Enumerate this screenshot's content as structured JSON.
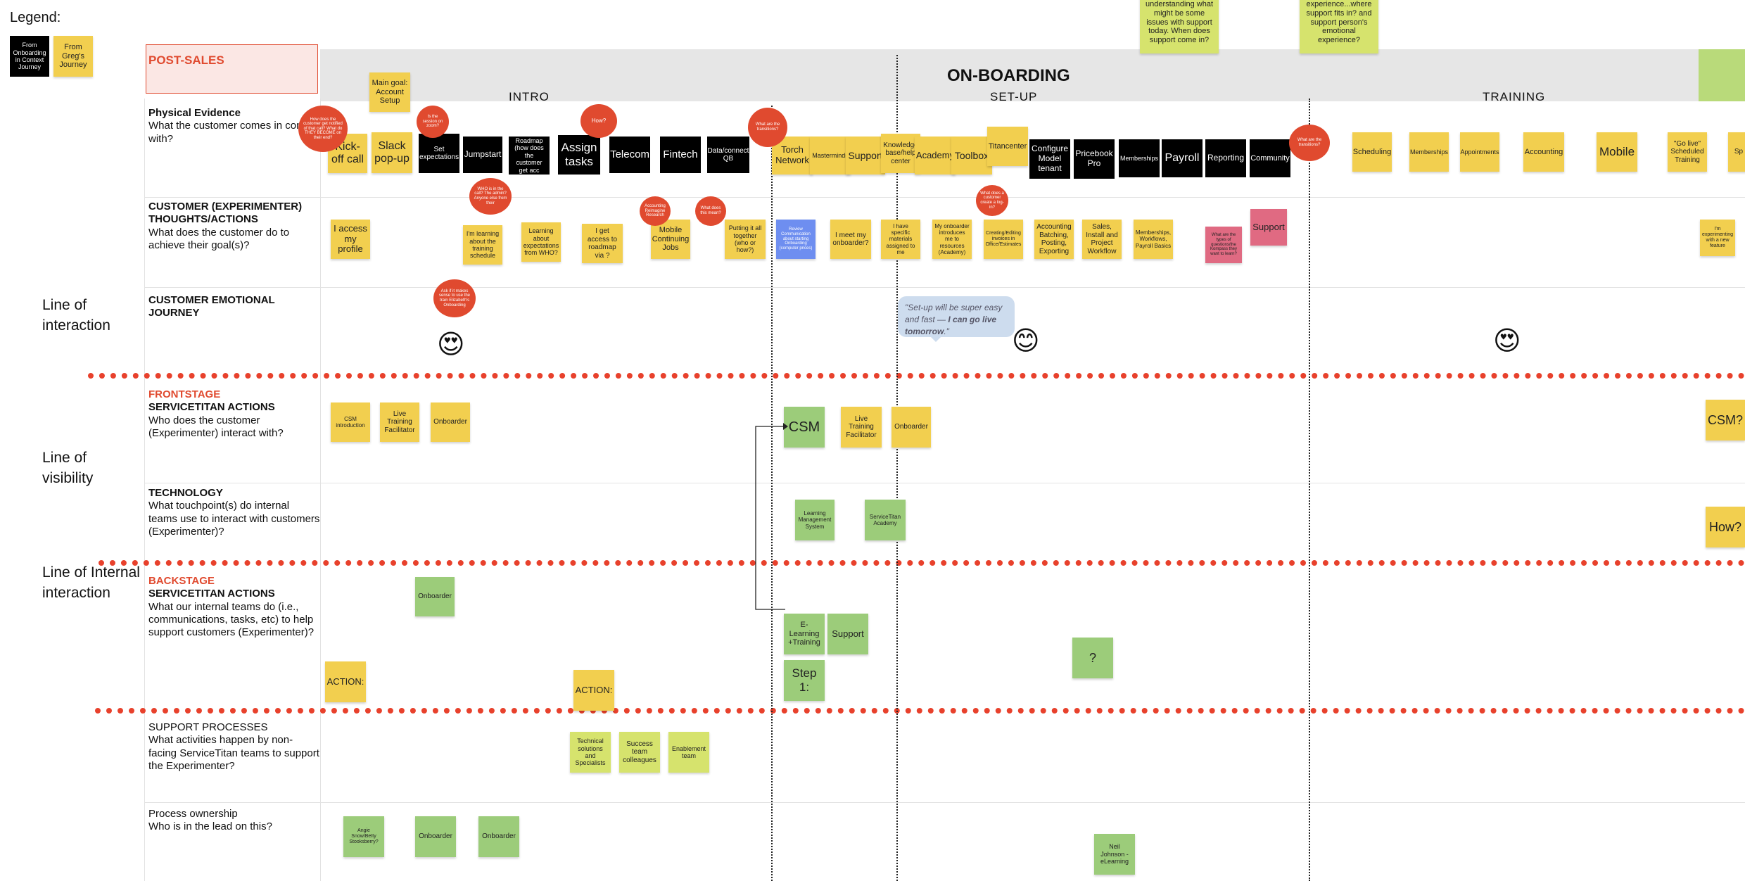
{
  "legend": {
    "title": "Legend:",
    "black_note": "From Onboarding in Context Journey",
    "yellow_note": "From Greg's Journey"
  },
  "header": {
    "post_sales": "POST-SALES",
    "onboarding": "ON-BOARDING",
    "intro": "INTRO",
    "setup": "SET-UP",
    "training": "TRAINING"
  },
  "top_notes": {
    "left": "understanding what might be some issues with support today. When does support come in?",
    "right": "experience...where support fits in? and support person's emotional experience?"
  },
  "main_goal": "Main goal: Account Setup",
  "rows": {
    "physical": {
      "title": "Physical Evidence",
      "desc": "What the customer comes in contact with?"
    },
    "thoughts": {
      "title": "CUSTOMER (EXPERIMENTER) THOUGHTS/ACTIONS",
      "desc": "What does the customer do to achieve their goal(s)?"
    },
    "emotional": {
      "title": "CUSTOMER EMOTIONAL JOURNEY"
    },
    "frontstage": {
      "tag": "FRONTSTAGE",
      "title": "SERVICETITAN ACTIONS",
      "desc": "Who does the customer (Experimenter) interact with?"
    },
    "technology": {
      "title": "TECHNOLOGY",
      "desc": "What touchpoint(s) do internal teams use to interact with customers (Experimenter)?"
    },
    "backstage": {
      "tag": "BACKSTAGE",
      "title": "SERVICETITAN ACTIONS",
      "desc": "What our internal teams do (i.e., communications, tasks, etc) to help support customers (Experimenter)?"
    },
    "support": {
      "title": "SUPPORT PROCESSES",
      "desc": "What activities happen by non-facing ServiceTitan teams to support the Experimenter?"
    },
    "ownership": {
      "title": "Process ownership",
      "desc": "Who is in the lead on this?"
    }
  },
  "lines": {
    "interaction": "Line of interaction",
    "visibility": "Line of visibility",
    "internal": "Line of Internal interaction"
  },
  "physical_notes": [
    "Kick-off call",
    "Slack pop-up",
    "Set expectations",
    "Jumpstart",
    "Roadmap (how does the customer get acc",
    "Assign tasks",
    "Telecom",
    "Fintech",
    "Data/connect QB",
    "Torch Network",
    "Masterminds",
    "Support",
    "Knowledge base/help center",
    "Academy",
    "Toolbox",
    "Titancenter",
    "Configure Model tenant",
    "Pricebook Pro",
    "Memberships",
    "Payroll",
    "Reporting",
    "Community",
    "Scheduling",
    "Memberships",
    "Appointments",
    "Accounting",
    "Mobile",
    "\"Go live\" Scheduled Training",
    "Sp"
  ],
  "physical_circles": [
    "How does the customer get notified of that call? What do THEY BECOME on their end?",
    "Is the session on zoom?",
    "How?",
    "What are the transitions?",
    "What are the transitions?"
  ],
  "thought_notes": [
    "I access my profile",
    "I'm learning about the training schedule",
    "Learning about expectations from WHO?",
    "I get access to roadmap via ?",
    "Mobile Continuing Jobs",
    "Putting it all together (who or how?)",
    "Review Communication about starting Onboarding (computer prices)",
    "I meet my onboarder?",
    "I have specific materials assigned to me",
    "My onboarder introduces me to resources (Academy)",
    "Creating/Editing invoices in Office/Estimates",
    "Accounting Batching, Posting, Exporting",
    "Sales, Install and Project Workflow",
    "Memberships, Workflows, Payroll Basics",
    "What are the types of questions/the Kompass they want to learn?",
    "Support",
    "I'm experimenting with a new feature"
  ],
  "thought_circles": [
    "WHO is in the call? The admin? Anyone else from their",
    "Accounting Reimagine Research",
    "What does this mean?",
    "What does a customer create a log-in?"
  ],
  "emotion": {
    "circle": "Ask if it makes sense to use the train Elizabeth's Onboarding",
    "quote_plain": "\"Set-up will be super easy and fast — ",
    "quote_bold": "I can go live tomorrow",
    "quote_end": ".\"",
    "emojis": [
      "😍",
      "😊",
      "😍"
    ]
  },
  "frontstage_notes": [
    "CSM introduction",
    "Live Training Facilitator",
    "Onboarder",
    "CSM",
    "Live Training Facilitator",
    "Onboarder",
    "CSM?"
  ],
  "technology_notes": [
    "Learning Management System",
    "ServiceTitan Academy",
    "How?"
  ],
  "backstage_notes": [
    "Onboarder",
    "ACTION:",
    "ACTION:",
    "E-Learning +Training",
    "Support",
    "Step 1:",
    "?"
  ],
  "support_notes": [
    "Technical solutions and Specialists",
    "Success team colleagues",
    "Enablement team"
  ],
  "ownership_notes": [
    "Angie Snow/Betty Stooksberry?",
    "Onboarder",
    "Onboarder",
    "Neil Johnson - eLearning"
  ],
  "colors": {
    "red": "#e04a2f",
    "yellow": "#f2cf4f",
    "lime": "#d6e36d",
    "green": "#9ccc7a",
    "black": "#000000",
    "dotted_line": "#e8412c"
  }
}
